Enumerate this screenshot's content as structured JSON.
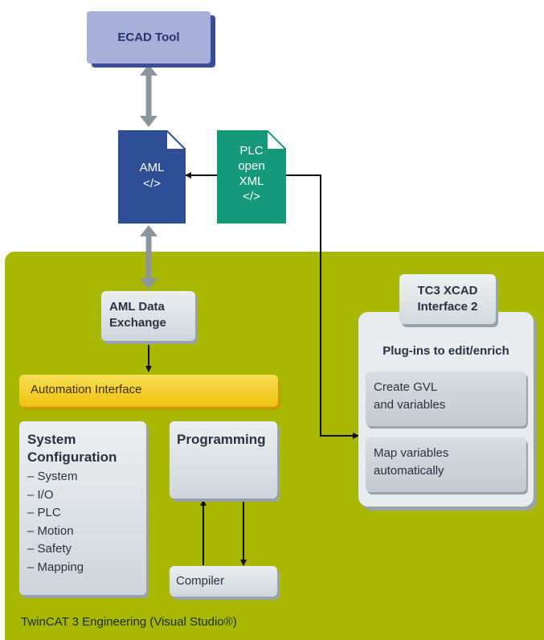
{
  "ecad": {
    "label": "ECAD Tool"
  },
  "aml_doc": {
    "line1": "AML",
    "line2": "</>"
  },
  "plc_doc": {
    "line1": "PLC",
    "line2": "open",
    "line3": "XML",
    "line4": "</>"
  },
  "aml_exchange": {
    "line1": "AML Data",
    "line2": "Exchange"
  },
  "automation_interface": {
    "label": "Automation Interface"
  },
  "system_config": {
    "title_line1": "System",
    "title_line2": "Configuration",
    "items": [
      "– System",
      "– I/O",
      "– PLC",
      "– Motion",
      "– Safety",
      "– Mapping"
    ]
  },
  "programming": {
    "label": "Programming"
  },
  "compiler": {
    "label": "Compiler"
  },
  "xcad": {
    "title_line1": "TC3 XCAD",
    "title_line2": "Interface 2",
    "subtitle": "Plug-ins to edit/enrich",
    "plugin1_line1": "Create GVL",
    "plugin1_line2": "and variables",
    "plugin2_line1": "Map variables",
    "plugin2_line2": "automatically"
  },
  "footer": {
    "label": "TwinCAT 3 Engineering (Visual Studio®)"
  },
  "colors": {
    "green_area": "#a8b800",
    "aml_doc": "#2e4f96",
    "plc_doc": "#15997a",
    "ecad_box": "#a8afd8",
    "automation_bar": "#f2cb1a"
  }
}
